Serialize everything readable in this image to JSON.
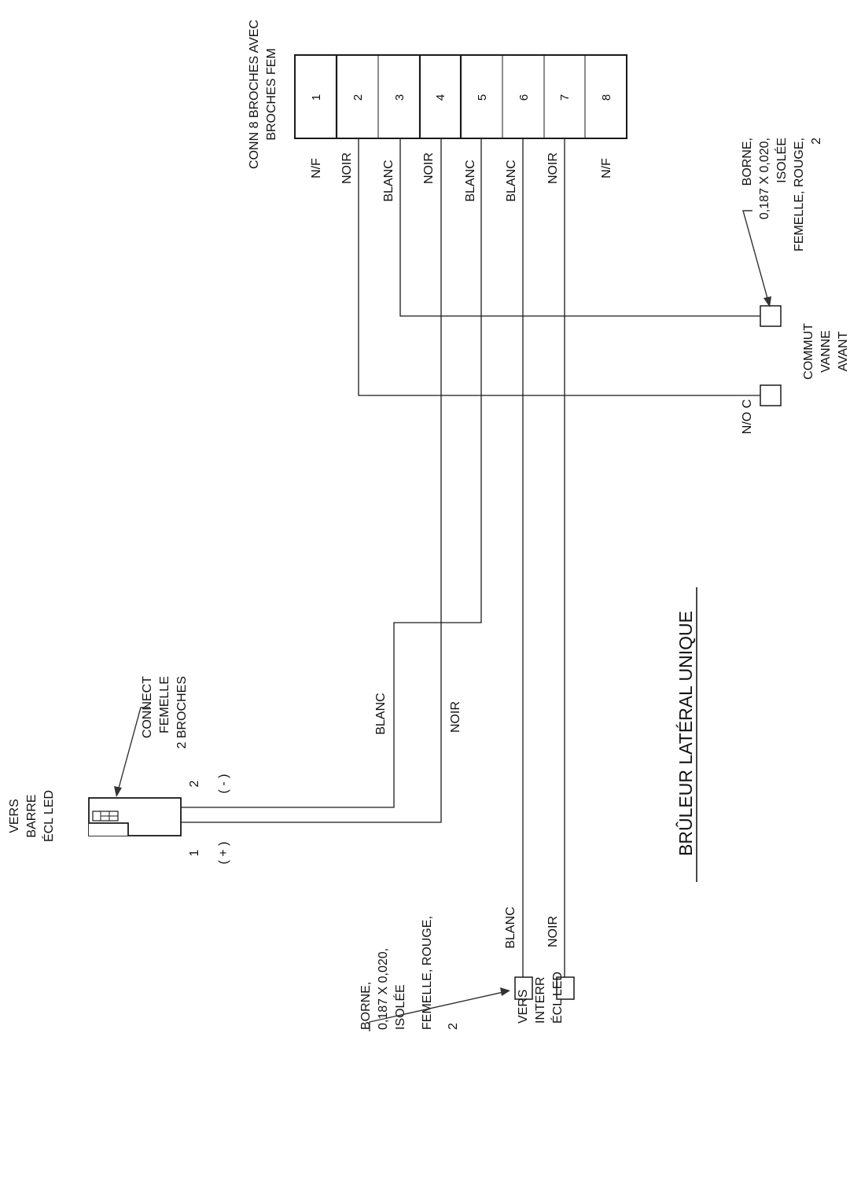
{
  "connector8": {
    "label_line1": "CONN 8 BROCHES AVEC",
    "label_line2": "BROCHES FEM",
    "pins": [
      "1",
      "2",
      "3",
      "4",
      "5",
      "6",
      "7",
      "8"
    ],
    "wire_colors": [
      "N/F",
      "NOIR",
      "BLANC",
      "NOIR",
      "BLANC",
      "BLANC",
      "NOIR",
      "N/F"
    ]
  },
  "terminal_top": {
    "label_lines": [
      "BORNE,",
      "0,187 X 0,020,",
      "ISOLÉE",
      "FEMELLE, ROUGE,",
      "2"
    ]
  },
  "valve_switch": {
    "label_lines": [
      "COMMUT",
      "VANNE",
      "AVANT"
    ],
    "contact_label": "N/O C"
  },
  "led_bar": {
    "label_lines": [
      "VERS",
      "BARRE",
      "ÉCL LED"
    ],
    "pin1_number": "1",
    "pin1_polarity": "( + )",
    "pin2_number": "2",
    "pin2_polarity": "( - )"
  },
  "female_connector": {
    "label_lines": [
      "CONNECT",
      "FEMELLE",
      "2 BROCHES"
    ]
  },
  "wire_labels": {
    "white_to_led": "BLANC",
    "black_to_led": "NOIR",
    "white_to_switch": "BLANC",
    "black_to_switch": "NOIR"
  },
  "led_switch": {
    "label_lines": [
      "VERS",
      "INTERR",
      "ÉCL LED"
    ]
  },
  "terminal_bottom": {
    "label_lines": [
      "BORNE,",
      "0,187 X 0,020,",
      "ISOLÉE",
      "FEMELLE, ROUGE,",
      "2"
    ]
  },
  "title": "BRÛLEUR LATÉRAL UNIQUE"
}
